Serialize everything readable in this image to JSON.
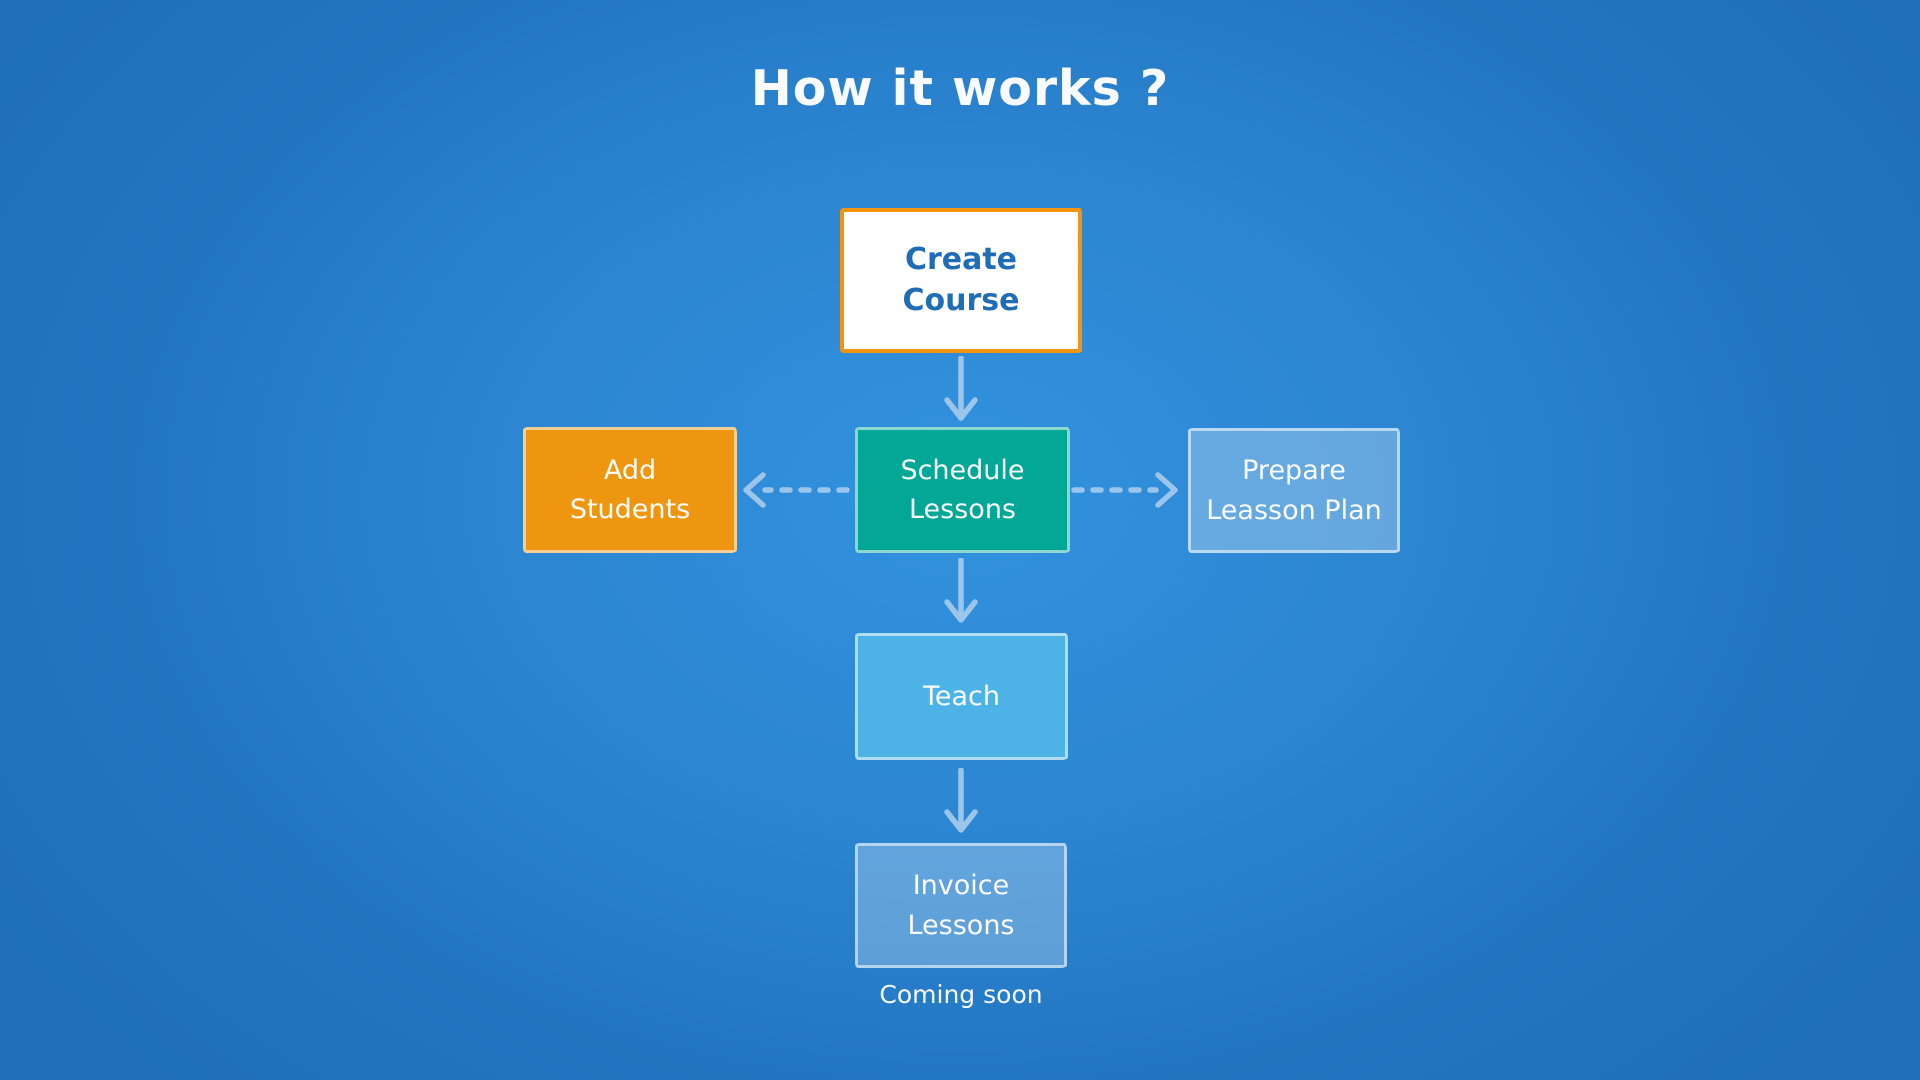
{
  "title": "How it works ?",
  "nodes": {
    "create_course": {
      "label": "Create\nCourse",
      "fill": "#ffffff",
      "border_color": "#f09411",
      "text_color": "#1f6db6"
    },
    "add_students": {
      "label": "Add\nStudents",
      "fill": "#ef9611",
      "text_color": "#ffffff"
    },
    "schedule_lessons": {
      "label": "Schedule\nLessons",
      "fill": "#03a795",
      "text_color": "#ffffff"
    },
    "prepare_lesson_plan": {
      "label": "Prepare\nLeasson Plan",
      "fill": "rgba(255,255,255,0.27)",
      "text_color": "#ffffff"
    },
    "teach": {
      "label": "Teach",
      "fill": "#4db3e6",
      "text_color": "#ffffff"
    },
    "invoice_lessons": {
      "label": "Invoice\nLessons",
      "fill": "rgba(255,255,255,0.26)",
      "text_color": "#ffffff"
    }
  },
  "footnote": "Coming soon",
  "background": {
    "center_color": "#3292de",
    "edge_color": "#1e6fb7"
  },
  "connector_color": "#9cc5eb"
}
